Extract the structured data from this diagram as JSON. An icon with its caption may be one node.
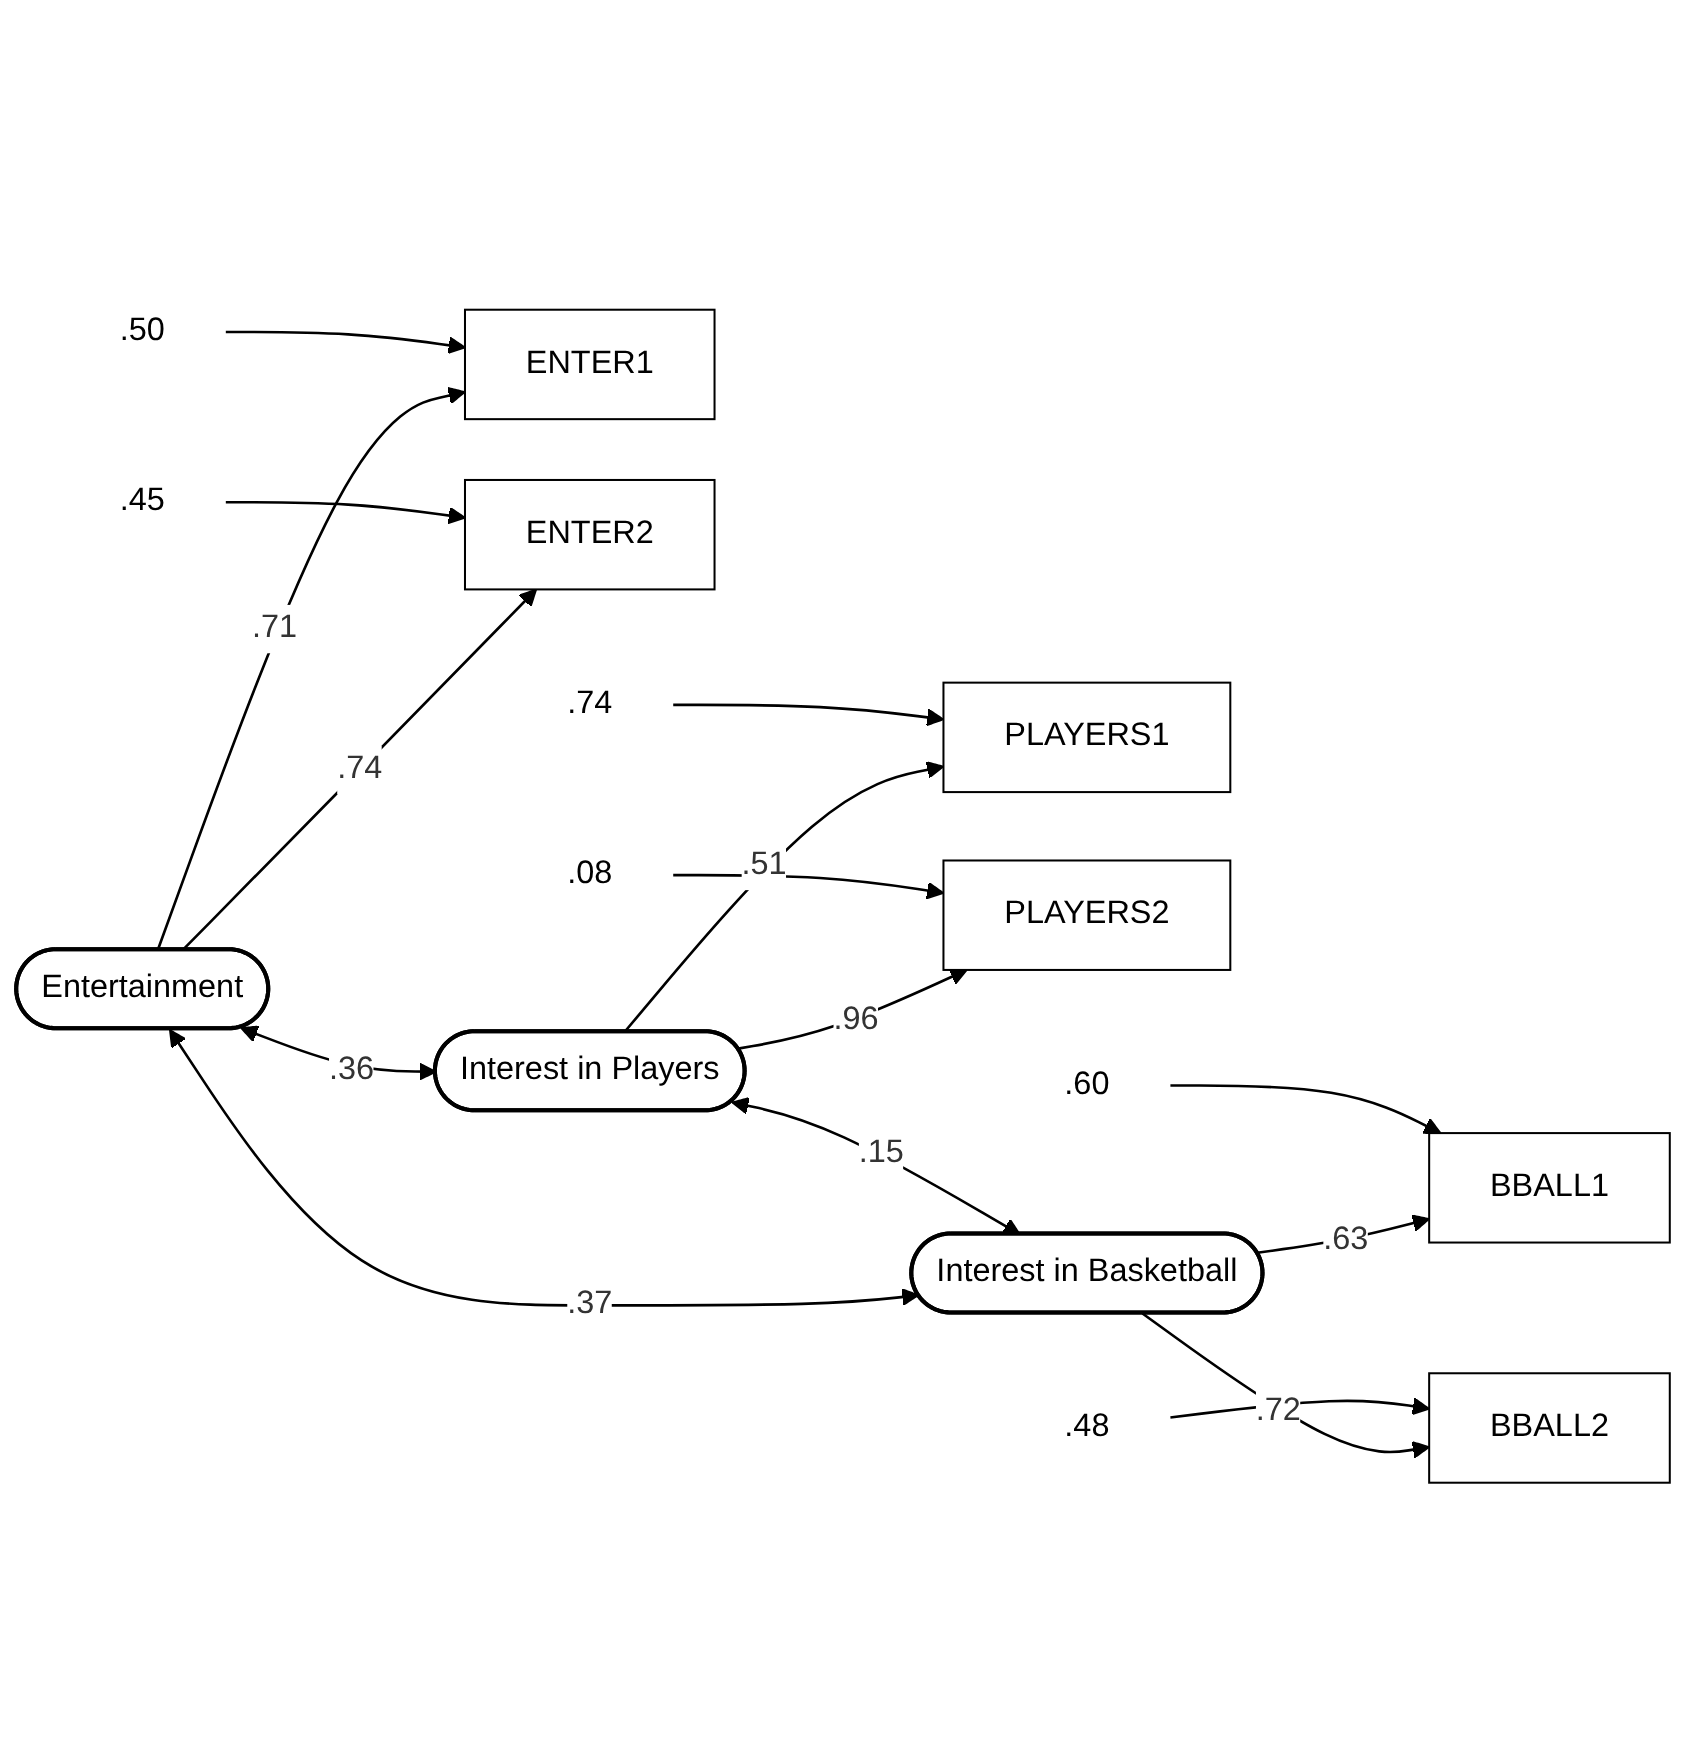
{
  "diagram": {
    "nodes": [
      {
        "text": [
          "Entertainment"
        ]
      },
      {
        "text": [
          "ENTER1"
        ]
      },
      {
        "text": [
          "ENTER2"
        ]
      },
      {
        "text": [
          "Interest in Players"
        ]
      },
      {
        "text": [
          "PLAYERS1"
        ]
      },
      {
        "text": [
          "PLAYERS2"
        ]
      },
      {
        "text": [
          "Interest in Basketball"
        ]
      },
      {
        "text": [
          "BBALL1"
        ]
      },
      {
        "text": [
          "BBALL2"
        ]
      },
      {
        "text": [
          ".50"
        ]
      },
      {
        "text": [
          ".45"
        ]
      },
      {
        "text": [
          ".74"
        ]
      },
      {
        "text": [
          ".08"
        ]
      },
      {
        "text": [
          ".60"
        ]
      },
      {
        "text": [
          ".48"
        ]
      }
    ],
    "edges": [
      {
        "from": 9,
        "to": 1,
        "arrow": "to"
      },
      {
        "from": 10,
        "to": 2,
        "arrow": "to"
      },
      {
        "from": 0,
        "to": 1,
        "label": ".71",
        "arrow": "to"
      },
      {
        "from": 0,
        "to": 2,
        "label": ".74",
        "arrow": "to"
      },
      {
        "from": 11,
        "to": 4,
        "arrow": "to"
      },
      {
        "from": 12,
        "to": 5,
        "arrow": "to"
      },
      {
        "from": 3,
        "to": 4,
        "label": ".51",
        "arrow": "to"
      },
      {
        "from": 3,
        "to": 5,
        "label": ".96",
        "arrow": "to"
      },
      {
        "from": 13,
        "to": 7,
        "arrow": "to"
      },
      {
        "from": 14,
        "to": 8,
        "arrow": "to"
      },
      {
        "from": 6,
        "to": 7,
        "label": ".63",
        "arrow": "to"
      },
      {
        "from": 6,
        "to": 8,
        "label": ".72",
        "arrow": "to"
      },
      {
        "from": 0,
        "to": 3,
        "label": ".36",
        "arrow": "both"
      },
      {
        "from": 3,
        "to": 6,
        "label": ".15",
        "arrow": "both"
      },
      {
        "from": 0,
        "to": 6,
        "label": ".37",
        "arrow": "both"
      }
    ]
  }
}
